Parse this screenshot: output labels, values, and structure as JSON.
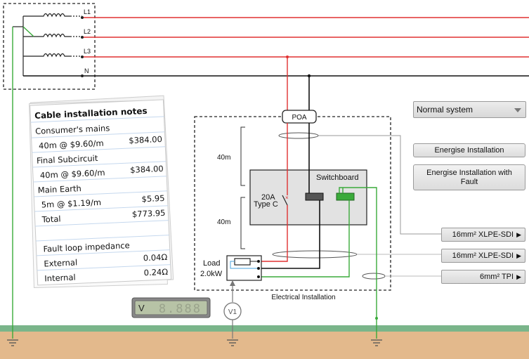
{
  "supply": {
    "phases": [
      "L1",
      "L2",
      "L3"
    ],
    "phase_sub": [
      "1",
      "2",
      "3"
    ],
    "neutral": "N",
    "phase_color": "#e03030",
    "neutral_color": "#111111",
    "earth_color": "#3aaa3a"
  },
  "notes": {
    "title": "Cable installation notes",
    "rows": [
      {
        "label": "Consumer's mains",
        "value": ""
      },
      {
        "label": "40m @ $9.60/m",
        "value": "$384.00"
      },
      {
        "label": "Final Subcircuit",
        "value": ""
      },
      {
        "label": "40m @ $9.60/m",
        "value": "$384.00"
      },
      {
        "label": "Main Earth",
        "value": ""
      },
      {
        "label": "5m @ $1.19/m",
        "value": "$5.95"
      },
      {
        "label": "Total",
        "value": "$773.95"
      },
      {
        "label": "",
        "value": ""
      },
      {
        "label": "Fault loop impedance",
        "value": ""
      },
      {
        "label": "External",
        "value": "0.04Ω"
      },
      {
        "label": "Internal",
        "value": "0.24Ω"
      }
    ]
  },
  "installation": {
    "poa": "POA",
    "dist_upper": "40m",
    "dist_lower": "40m",
    "switchboard": "Switchboard",
    "breaker_rating": "20A",
    "breaker_type": "Type C",
    "load_label": "Load",
    "load_power": "2.0kW",
    "caption": "Electrical Installation",
    "voltmeter": "V1"
  },
  "meter": {
    "unit": "V",
    "digits": "8.888"
  },
  "controls": {
    "scenario_select": "Normal system",
    "energise": "Energise Installation",
    "energise_fault": "Energise Installation with Fault",
    "cable1": "16mm² XLPE-SDI",
    "cable2": "16mm² XLPE-SDI",
    "cable3": "6mm² TPI"
  },
  "ground": {
    "grass_color": "#7ab58a",
    "soil_color": "#e3b98c"
  }
}
